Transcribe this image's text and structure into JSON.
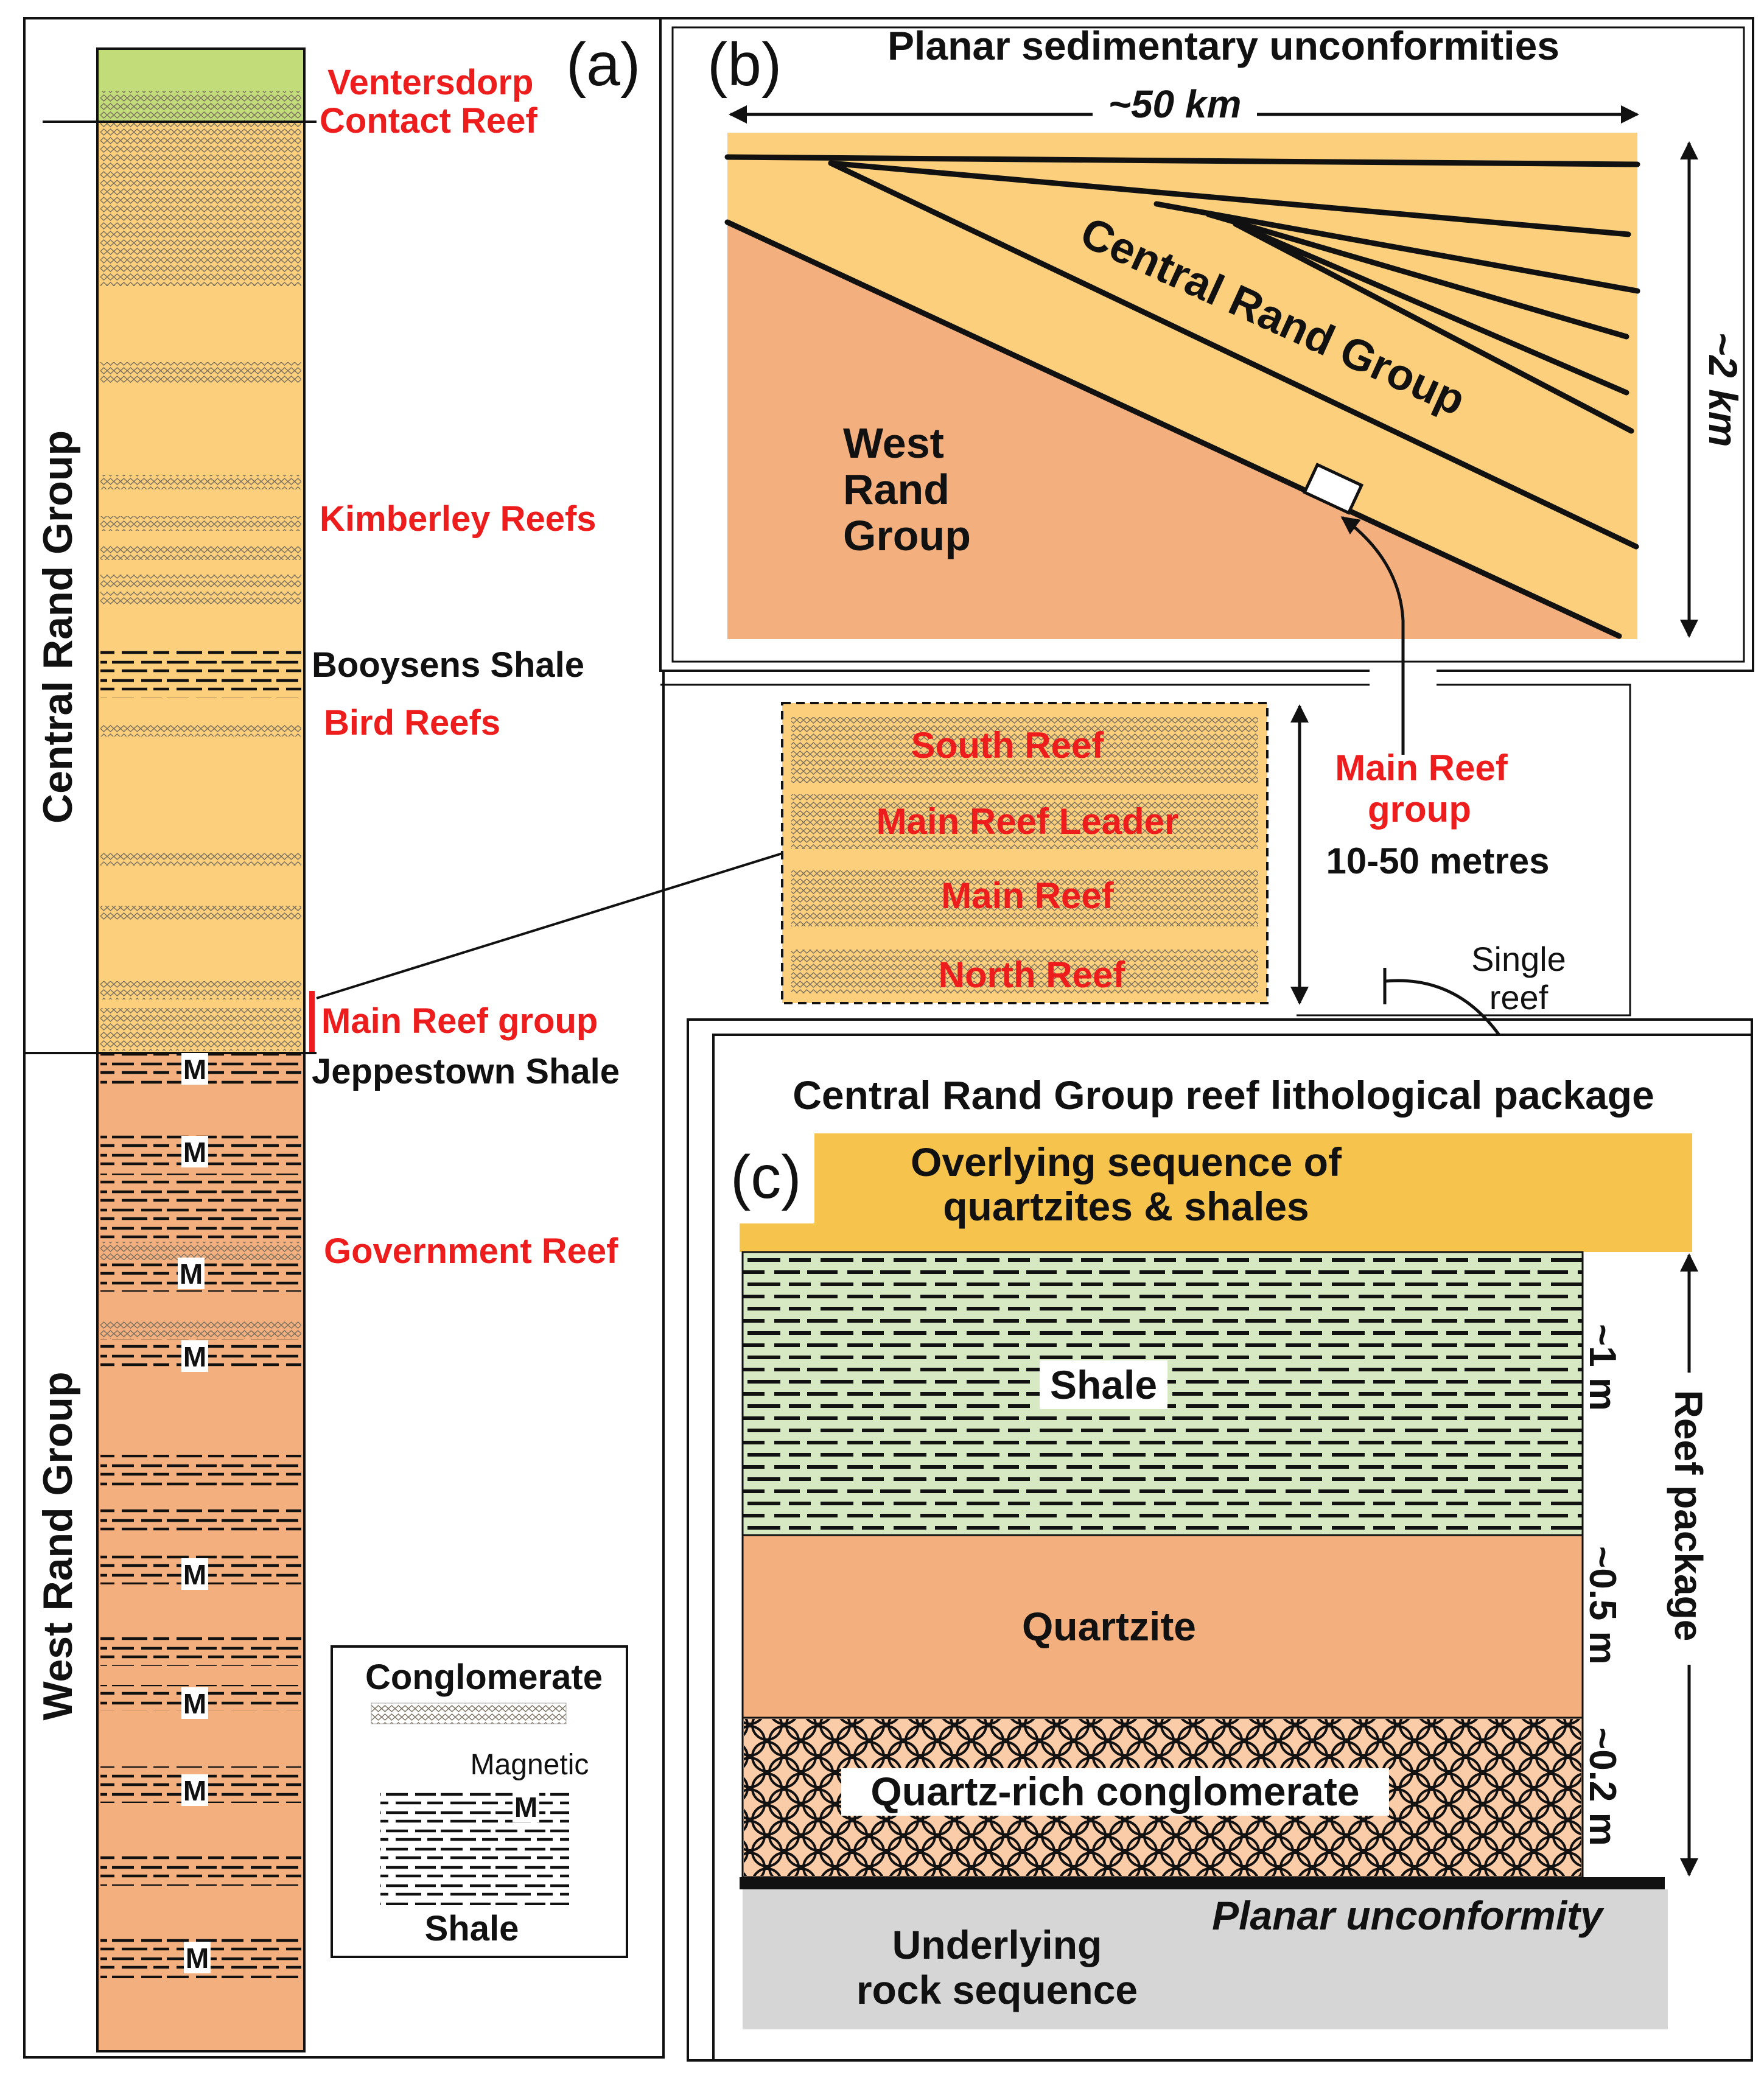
{
  "panel_a": {
    "label": "(a)",
    "groups": {
      "central": "Central Rand Group",
      "west": "West Rand Group"
    },
    "reefs": {
      "ventersdorp_1": "Ventersdorp",
      "ventersdorp_2": "Contact Reef",
      "kimberley": "Kimberley Reefs",
      "booysens": "Booysens Shale",
      "bird": "Bird Reefs",
      "main_reef_group": "Main Reef group",
      "jeppestown": "Jeppestown Shale",
      "government": "Government Reef"
    },
    "magnetic_marker": "M",
    "legend": {
      "conglomerate": "Conglomerate",
      "magnetic": "Magnetic",
      "marker": "M",
      "shale": "Shale"
    }
  },
  "panel_b": {
    "label": "(b)",
    "title": "Planar sedimentary unconformities",
    "width_label": "~50 km",
    "height_label": "~2 km",
    "central": "Central Rand Group",
    "west_1": "West",
    "west_2": "Rand",
    "west_3": "Group"
  },
  "inset": {
    "reefs": [
      "South Reef",
      "Main Reef Leader",
      "Main Reef",
      "North Reef"
    ],
    "group_1": "Main Reef",
    "group_2": "group",
    "thickness": "10-50 metres",
    "single_1": "Single",
    "single_2": "reef"
  },
  "panel_c": {
    "label": "(c)",
    "title": "Central Rand Group reef lithological package",
    "overlying_1": "Overlying sequence of",
    "overlying_2": "quartzites & shales",
    "shale": "Shale",
    "quartzite": "Quartzite",
    "conglomerate": "Quartz-rich conglomerate",
    "unconformity": "Planar unconformity",
    "underlying_1": "Underlying",
    "underlying_2": "rock sequence",
    "t_shale": "~1 m",
    "t_quartzite": "~0.5 m",
    "t_conglomerate": "~0.2 m",
    "package": "Reef package"
  },
  "colors": {
    "green": "#c2dc7a",
    "yellow": "#fbcf7c",
    "orange": "#f3b07e",
    "gold": "#f6c34d",
    "pale_green": "#d6e9c3",
    "grey": "#d6d6d6",
    "red_text": "#ee1d1d"
  }
}
